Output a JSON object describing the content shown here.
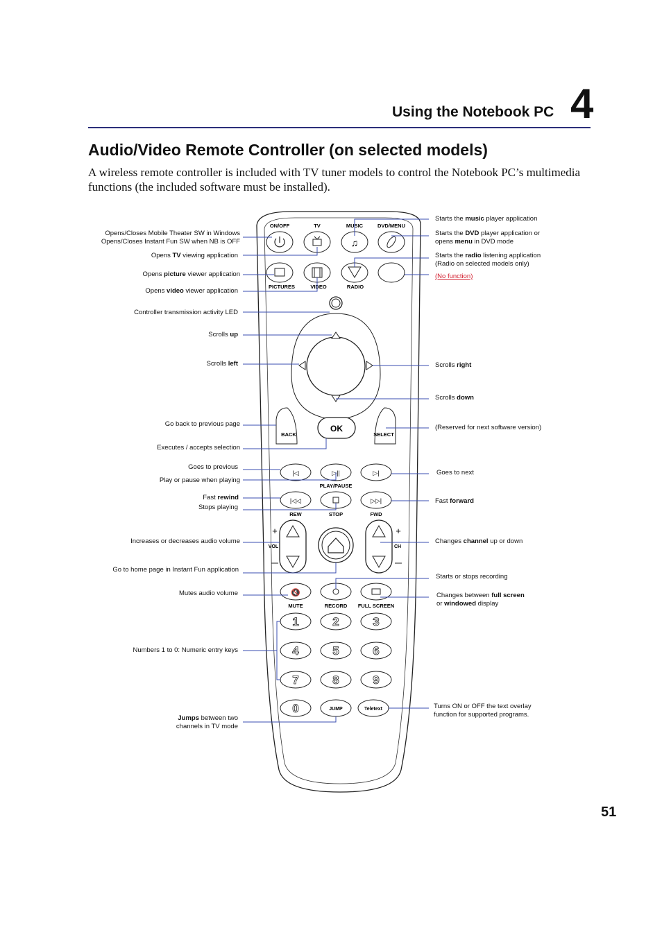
{
  "header": {
    "chapter_title": "Using the Notebook PC",
    "chapter_number": "4"
  },
  "section": {
    "title": "Audio/Video Remote Controller (on selected models)",
    "intro": "A wireless remote controller is included with TV tuner models to control the Notebook PC’s multimedia functions (the included software must be installed)."
  },
  "remote": {
    "top_labels": {
      "onoff": "ON/OFF",
      "tv": "TV",
      "music": "MUSIC",
      "dvd": "DVD/MENU"
    },
    "row2_labels": {
      "pictures": "PICTURES",
      "video": "VIDEO",
      "radio": "RADIO"
    },
    "nav_labels": {
      "back": "BACK",
      "ok": "OK",
      "select": "SELECT"
    },
    "transport_labels": {
      "playpause": "PLAY/PAUSE",
      "rew": "REW",
      "stop": "STOP",
      "fwd": "FWD"
    },
    "vol_label": "VOL",
    "ch_label": "CH",
    "bottom_labels": {
      "mute": "MUTE",
      "record": "RECORD",
      "fullscreen": "FULL SCREEN"
    },
    "digits": [
      "1",
      "2",
      "3",
      "4",
      "5",
      "6",
      "7",
      "8",
      "9",
      "0"
    ],
    "jump": "JUMP",
    "teletext": "Teletext"
  },
  "left_notes": {
    "onoff_1": "Opens/Closes Mobile Theater SW in Windows",
    "onoff_2": "Opens/Closes Instant Fun SW when NB is OFF",
    "tv_pre": "Opens ",
    "tv_bold": "TV",
    "tv_post": " viewing application",
    "pic_pre": "Opens ",
    "pic_bold": "picture",
    "pic_post": " viewer application",
    "vid_pre": "Opens ",
    "vid_bold": "video",
    "vid_post": " viewer application",
    "led": "Controller transmission activity LED",
    "up_pre": "Scrolls ",
    "up_bold": "up",
    "left_pre": "Scrolls ",
    "left_bold": "left",
    "back": "Go back to previous page",
    "ok": "Executes / accepts selection",
    "prev": "Goes to previous",
    "play": "Play or pause when playing",
    "rew_pre": "Fast ",
    "rew_bold": "rewind",
    "stop": "Stops playing",
    "vol": "Increases or decreases audio volume",
    "home": "Go to home page in Instant Fun application",
    "mute": "Mutes audio volume",
    "numbers": "Numbers 1 to 0: Numeric entry keys",
    "jump_bold": "Jumps",
    "jump_post": " between two",
    "jump_2": "channels in TV mode"
  },
  "right_notes": {
    "music_pre": "Starts the ",
    "music_bold": "music",
    "music_post": " player application",
    "dvd_pre": "Starts the ",
    "dvd_bold": "DVD",
    "dvd_post": " player application or",
    "dvd2_pre": "opens ",
    "dvd2_bold": "menu",
    "dvd2_post": " in DVD mode",
    "radio_pre": "Starts the ",
    "radio_bold": "radio",
    "radio_post": " listening application",
    "radio_2": "(Radio on selected models only)",
    "nofunc": "(No function)",
    "right_pre": "Scrolls ",
    "right_bold": "right",
    "down_pre": "Scrolls ",
    "down_bold": "down",
    "reserved": "(Reserved for next software version)",
    "next": "Goes to next",
    "fwd_pre": "Fast ",
    "fwd_bold": "forward",
    "ch_pre": "Changes ",
    "ch_bold": "channel",
    "ch_post": " up or down",
    "rec": "Starts or stops recording",
    "fs_pre": "Changes between ",
    "fs_bold": "full screen",
    "fs2_pre": "or ",
    "fs2_bold": "windowed",
    "fs2_post": " display",
    "tt_1": "Turns ON or OFF the text overlay",
    "tt_2": "function for supported programs."
  },
  "colors": {
    "rule": "#2b2f7a",
    "callout_line": "#3a4db0",
    "no_function": "#d21b2b"
  },
  "page_number": "51"
}
